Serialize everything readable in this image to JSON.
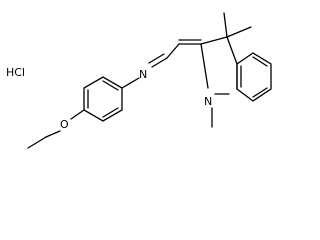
{
  "molecule": {
    "salt_label": "HCl",
    "atoms": {
      "oxygen": "O",
      "imine_nitrogen": "N",
      "ring_nitrogen": "N"
    }
  },
  "colors": {
    "bond": "#000000",
    "text": "#000000",
    "background": "#ffffff"
  }
}
